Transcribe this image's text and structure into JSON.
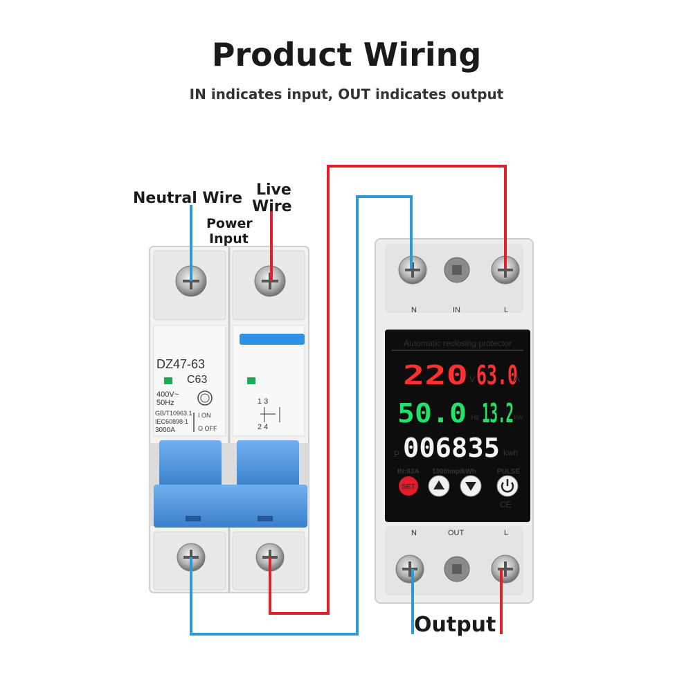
{
  "title": "Product Wiring",
  "subtitle": "IN indicates input, OUT indicates output",
  "labels": {
    "neutral_wire": "Neutral Wire",
    "live_wire_1": "Live",
    "live_wire_2": "Wire",
    "power_input_1": "Power",
    "power_input_2": "Input",
    "output": "Output"
  },
  "breaker": {
    "model": "DZ47-63",
    "rating": "C63",
    "spec_1": "400V~",
    "spec_2": "50Hz",
    "std_1": "GB/T10963.1",
    "std_2": "IEC60898-1",
    "capacity": "3000A",
    "on": "I ON",
    "off": "O OFF",
    "term_top": "1 3",
    "term_bottom": "2 4"
  },
  "protector": {
    "header": "Automatic reclosing protector",
    "voltage": "220",
    "voltage_unit": "V",
    "current": "63.0",
    "current_unit": "A",
    "frequency": "50.0",
    "frequency_unit": "Hz",
    "power": "13.2",
    "power_unit": "kW",
    "energy": "006835",
    "energy_prefix": "P",
    "energy_unit": "kwh",
    "rating": "IN:63A",
    "meter": "1000imp/kWh",
    "pulse": "PULSE",
    "set": "SET",
    "ce": "CE",
    "top_n": "N",
    "top_in": "IN",
    "top_l": "L",
    "bottom_n": "N",
    "bottom_out": "OUT",
    "bottom_l": "L"
  },
  "colors": {
    "live": "#e0202a",
    "neutral": "#2b9ad6",
    "lever": "#4a90d9"
  }
}
